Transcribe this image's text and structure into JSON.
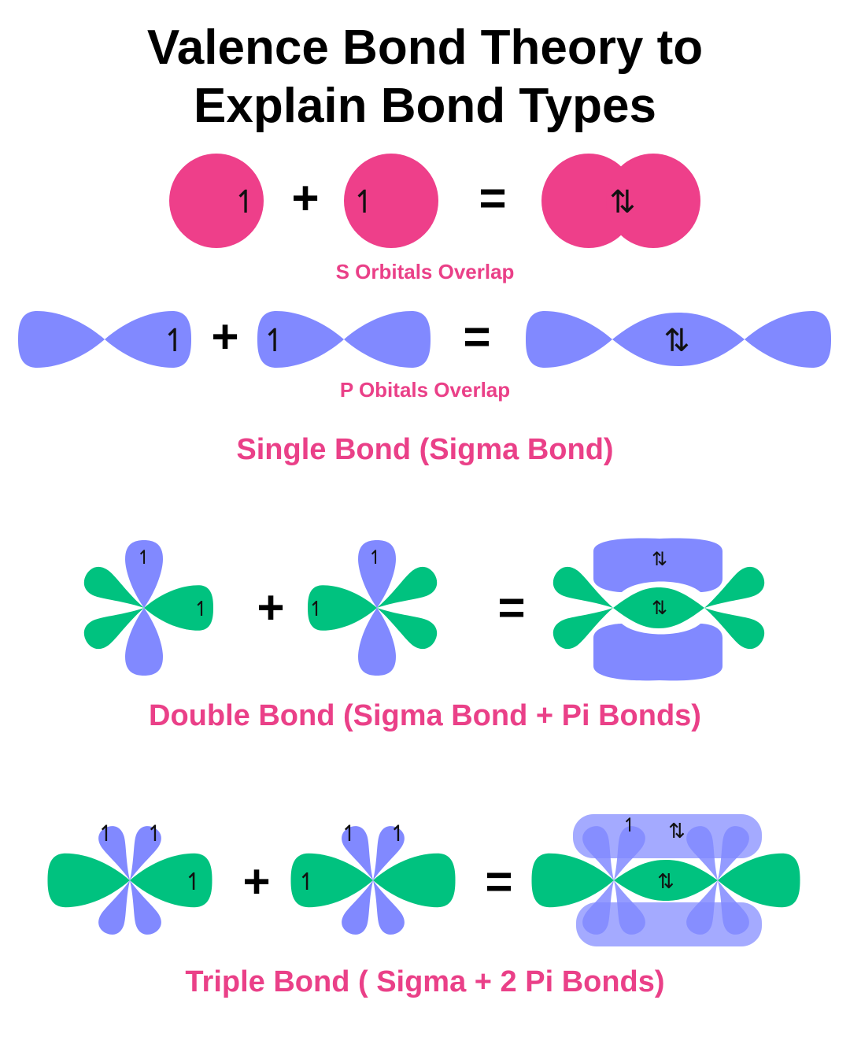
{
  "title_line1": "Valence Bond Theory to",
  "title_line2": "Explain Bond Types",
  "captions": {
    "s_overlap": "S Orbitals Overlap",
    "p_overlap": "P Obitals Overlap",
    "single": "Single Bond (Sigma Bond)",
    "double": "Double Bond (Sigma Bond + Pi Bonds)",
    "triple": "Triple Bond ( Sigma + 2 Pi Bonds)"
  },
  "operators": {
    "plus": "+",
    "equals": "="
  },
  "spins": {
    "up": "↿",
    "pair": "⇅"
  },
  "colors": {
    "s_orbital": "#ee3f8a",
    "p_orbital": "#8189ff",
    "sp_orbital": "#00c27f",
    "caption": "#ea4088"
  }
}
